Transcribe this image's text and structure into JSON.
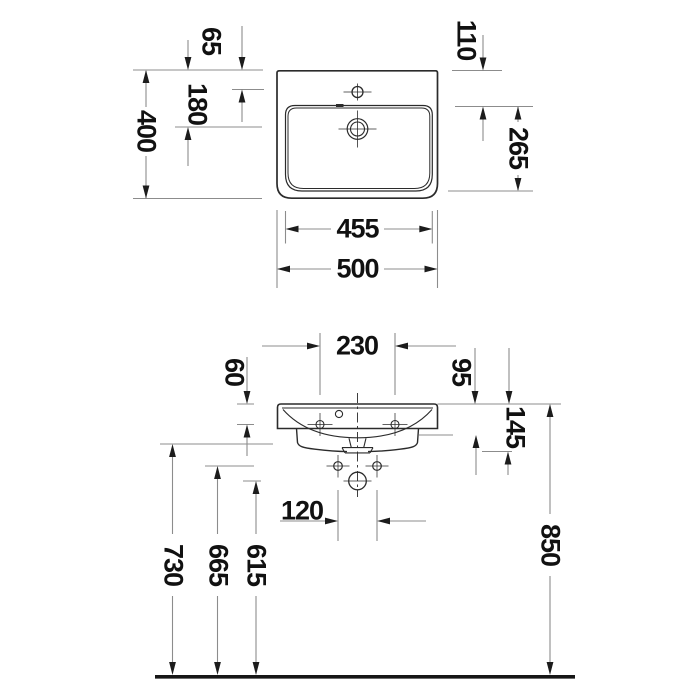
{
  "app": {
    "type": "technical-drawing",
    "subject": "Wall-hung washbasin — two-view dimensional drawing (plan view above, front elevation below)",
    "units": "mm"
  },
  "colors": {
    "outline": "#2b2b2b",
    "dim_line": "#8c8c8c",
    "arrowhead": "#1c1c1c",
    "label": "#111111",
    "ground": "#161616",
    "background": "#ffffff"
  },
  "views": {
    "top": {
      "name": "plan view",
      "dims": {
        "overall_width": "500",
        "bowl_width": "455",
        "overall_depth": "400",
        "back_to_tap_hole": "65",
        "back_to_drain": "180",
        "back_to_bowl_front": "110",
        "bowl_depth": "265"
      }
    },
    "front": {
      "name": "front elevation",
      "dims": {
        "tap_hole_spacing": "230",
        "rim_to_fixing_holes": "60",
        "rim_to_bowl_bottom": "95",
        "rim_to_body_bottom": "145",
        "outlet_spacing": "120",
        "floor_to_rim": "850",
        "floor_to_body_bottom": "730",
        "floor_to_fixing_holes": "665",
        "floor_to_drain": "615"
      }
    }
  }
}
